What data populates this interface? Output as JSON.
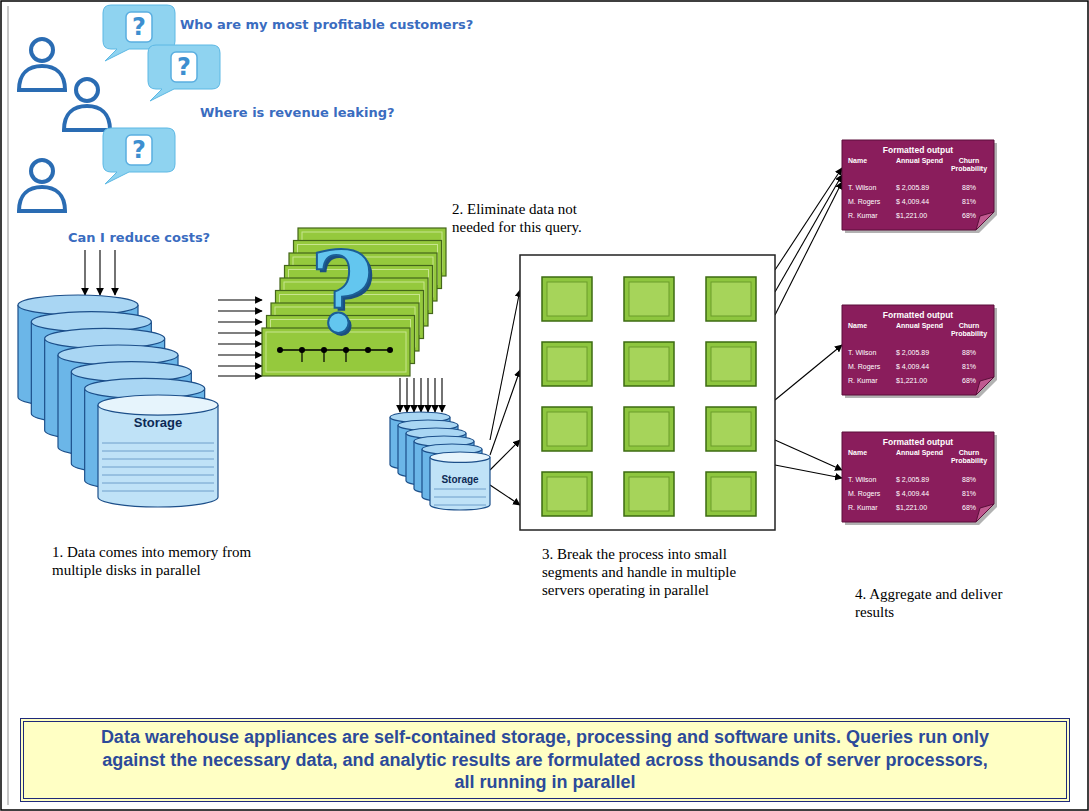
{
  "diagram": {
    "caption": "Data warehouse appliances are self-contained storage, processing and software units. Queries run only against the necessary data, and analytic results are formulated across thousands of server processors, all running in parallel",
    "nodes": [
      {
        "text": [
          "?",
          "Who are my most profitable customers?"
        ]
      },
      {
        "text": [
          "?",
          "Where is revenue leaking?"
        ]
      },
      {
        "text": [
          "?",
          "Can I reduce costs?"
        ]
      },
      {
        "text": [
          "Storage",
          "1. Data comes into memory from multiple disks in parallel"
        ]
      },
      {
        "text": [
          "?",
          "2. Eliminate data not needed for this query."
        ]
      },
      {
        "text": [
          "Storage"
        ]
      },
      {
        "text": [
          "3. Break the process into small segments and handle in multiple servers operating in parallel"
        ]
      },
      {
        "text": [
          "Formatted output",
          "Name",
          "Annual Spend",
          "Churn Probability",
          "T. Wilson",
          "$ 2,005.89",
          "88%",
          "M. Rogers",
          "$ 4,009.44",
          "81%",
          "R. Kumar",
          "$1,221.00",
          "68%"
        ]
      },
      {
        "text": [
          "Formatted output",
          "Name",
          "Annual Spend",
          "Churn Probability",
          "T. Wilson",
          "$ 2,005.89",
          "88%",
          "M. Rogers",
          "$ 4,009.44",
          "81%",
          "R. Kumar",
          "$1,221.00",
          "68%"
        ]
      },
      {
        "text": [
          "Formatted output",
          "Name",
          "Annual Spend",
          "Churn Probability",
          "T. Wilson",
          "$ 2,005.89",
          "88%",
          "M. Rogers",
          "$ 4,009.44",
          "81%",
          "R. Kumar",
          "$1,221.00",
          "68%"
        ]
      }
    ],
    "edges": [
      {
        "from": 2,
        "to": 3,
        "arrow": "to"
      },
      {
        "from": 2,
        "to": 3,
        "arrow": "to"
      },
      {
        "from": 2,
        "to": 3,
        "arrow": "to"
      },
      {
        "from": 3,
        "to": 4,
        "arrow": "to"
      },
      {
        "from": 3,
        "to": 4,
        "arrow": "to"
      },
      {
        "from": 3,
        "to": 4,
        "arrow": "to"
      },
      {
        "from": 3,
        "to": 4,
        "arrow": "to"
      },
      {
        "from": 3,
        "to": 4,
        "arrow": "to"
      },
      {
        "from": 3,
        "to": 4,
        "arrow": "to"
      },
      {
        "from": 3,
        "to": 4,
        "arrow": "to"
      },
      {
        "from": 3,
        "to": 4,
        "arrow": "to"
      },
      {
        "from": 4,
        "to": 5,
        "arrow": "to"
      },
      {
        "from": 4,
        "to": 5,
        "arrow": "to"
      },
      {
        "from": 4,
        "to": 5,
        "arrow": "to"
      },
      {
        "from": 4,
        "to": 5,
        "arrow": "to"
      },
      {
        "from": 4,
        "to": 5,
        "arrow": "to"
      },
      {
        "from": 4,
        "to": 5,
        "arrow": "to"
      },
      {
        "from": 4,
        "to": 5,
        "arrow": "to"
      },
      {
        "from": 5,
        "to": 6,
        "arrow": "to"
      },
      {
        "from": 5,
        "to": 6,
        "arrow": "to"
      },
      {
        "from": 5,
        "to": 6,
        "arrow": "to"
      },
      {
        "from": 5,
        "to": 6,
        "arrow": "to"
      },
      {
        "from": 6,
        "to": 7,
        "arrow": "to"
      },
      {
        "from": 6,
        "to": 7,
        "arrow": "to"
      },
      {
        "from": 6,
        "to": 7,
        "arrow": "to"
      },
      {
        "from": 6,
        "to": 8,
        "arrow": "to"
      },
      {
        "from": 6,
        "to": 9,
        "arrow": "to"
      },
      {
        "from": 6,
        "to": 9,
        "arrow": "to"
      }
    ],
    "labels": [
      "4. Aggregate and deliver results"
    ]
  }
}
